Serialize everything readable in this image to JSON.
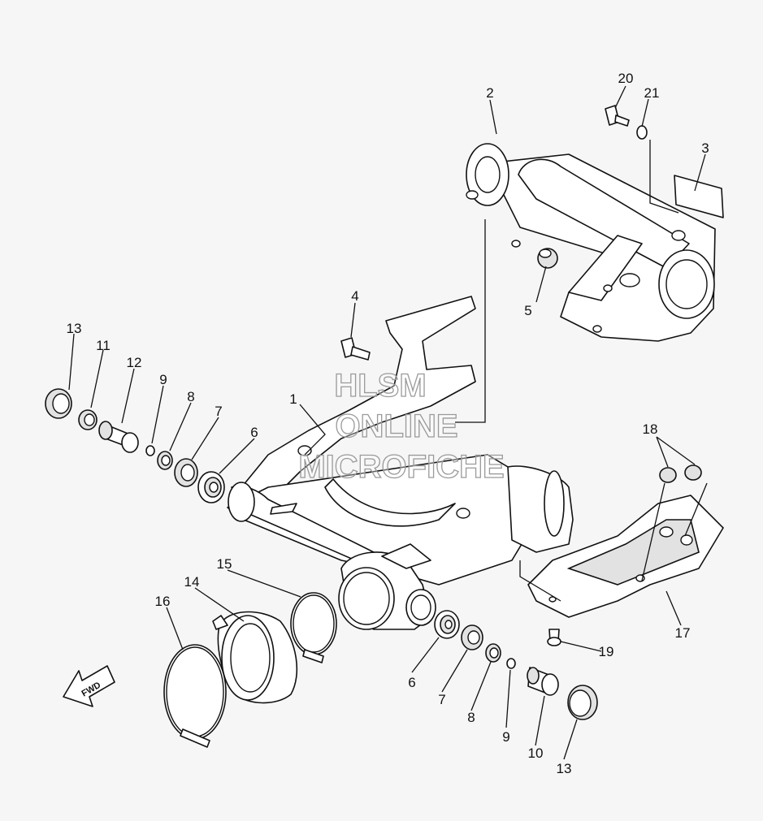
{
  "watermark": {
    "line1": "HLSM",
    "line2": "ONLINE",
    "line3": "MICROFICHE"
  },
  "direction_label": "FWD",
  "callouts": {
    "c1": "1",
    "c2": "2",
    "c3": "3",
    "c4": "4",
    "c5": "5",
    "c6a": "6",
    "c7a": "7",
    "c8a": "8",
    "c9a": "9",
    "c11": "11",
    "c12": "12",
    "c13a": "13",
    "c14": "14",
    "c15": "15",
    "c16": "16",
    "c17": "17",
    "c18": "18",
    "c19": "19",
    "c6b": "6",
    "c7b": "7",
    "c8b": "8",
    "c9b": "9",
    "c10": "10",
    "c13b": "13",
    "c20": "20",
    "c21": "21"
  }
}
